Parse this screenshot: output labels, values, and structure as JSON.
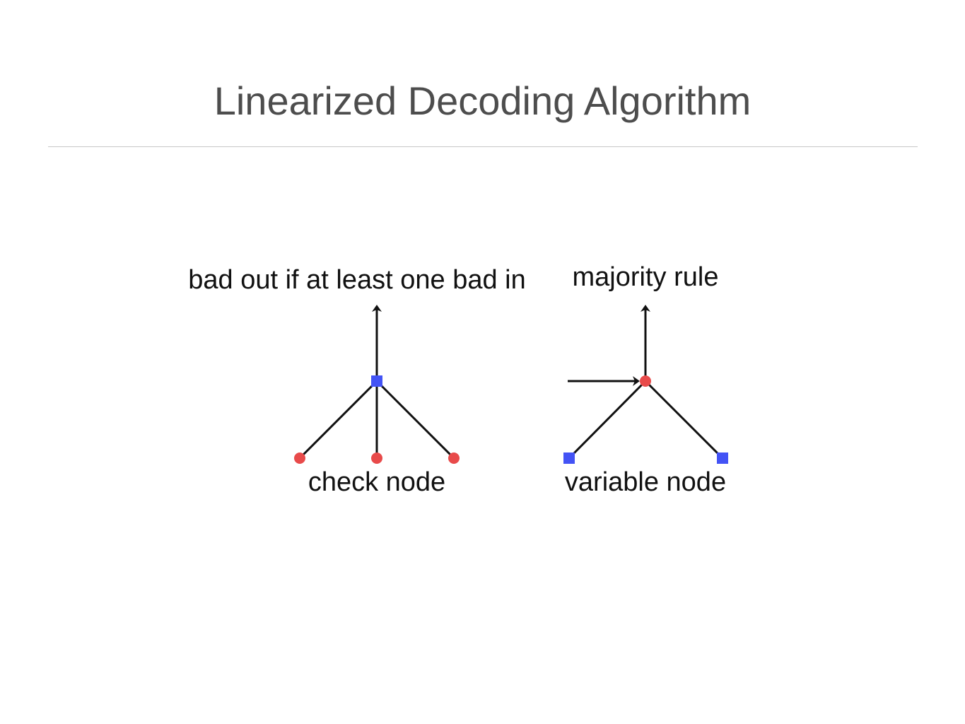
{
  "slide": {
    "title": "Linearized Decoding Algorithm"
  },
  "diagram": {
    "check_panel": {
      "top_label": "bad out if at least one bad in",
      "bottom_label": "check node"
    },
    "variable_panel": {
      "top_label": "majority rule",
      "bottom_label": "variable node"
    },
    "colors": {
      "check_node": "#4353f5",
      "variable_node": "#e84a4a",
      "edge": "#111111"
    }
  }
}
